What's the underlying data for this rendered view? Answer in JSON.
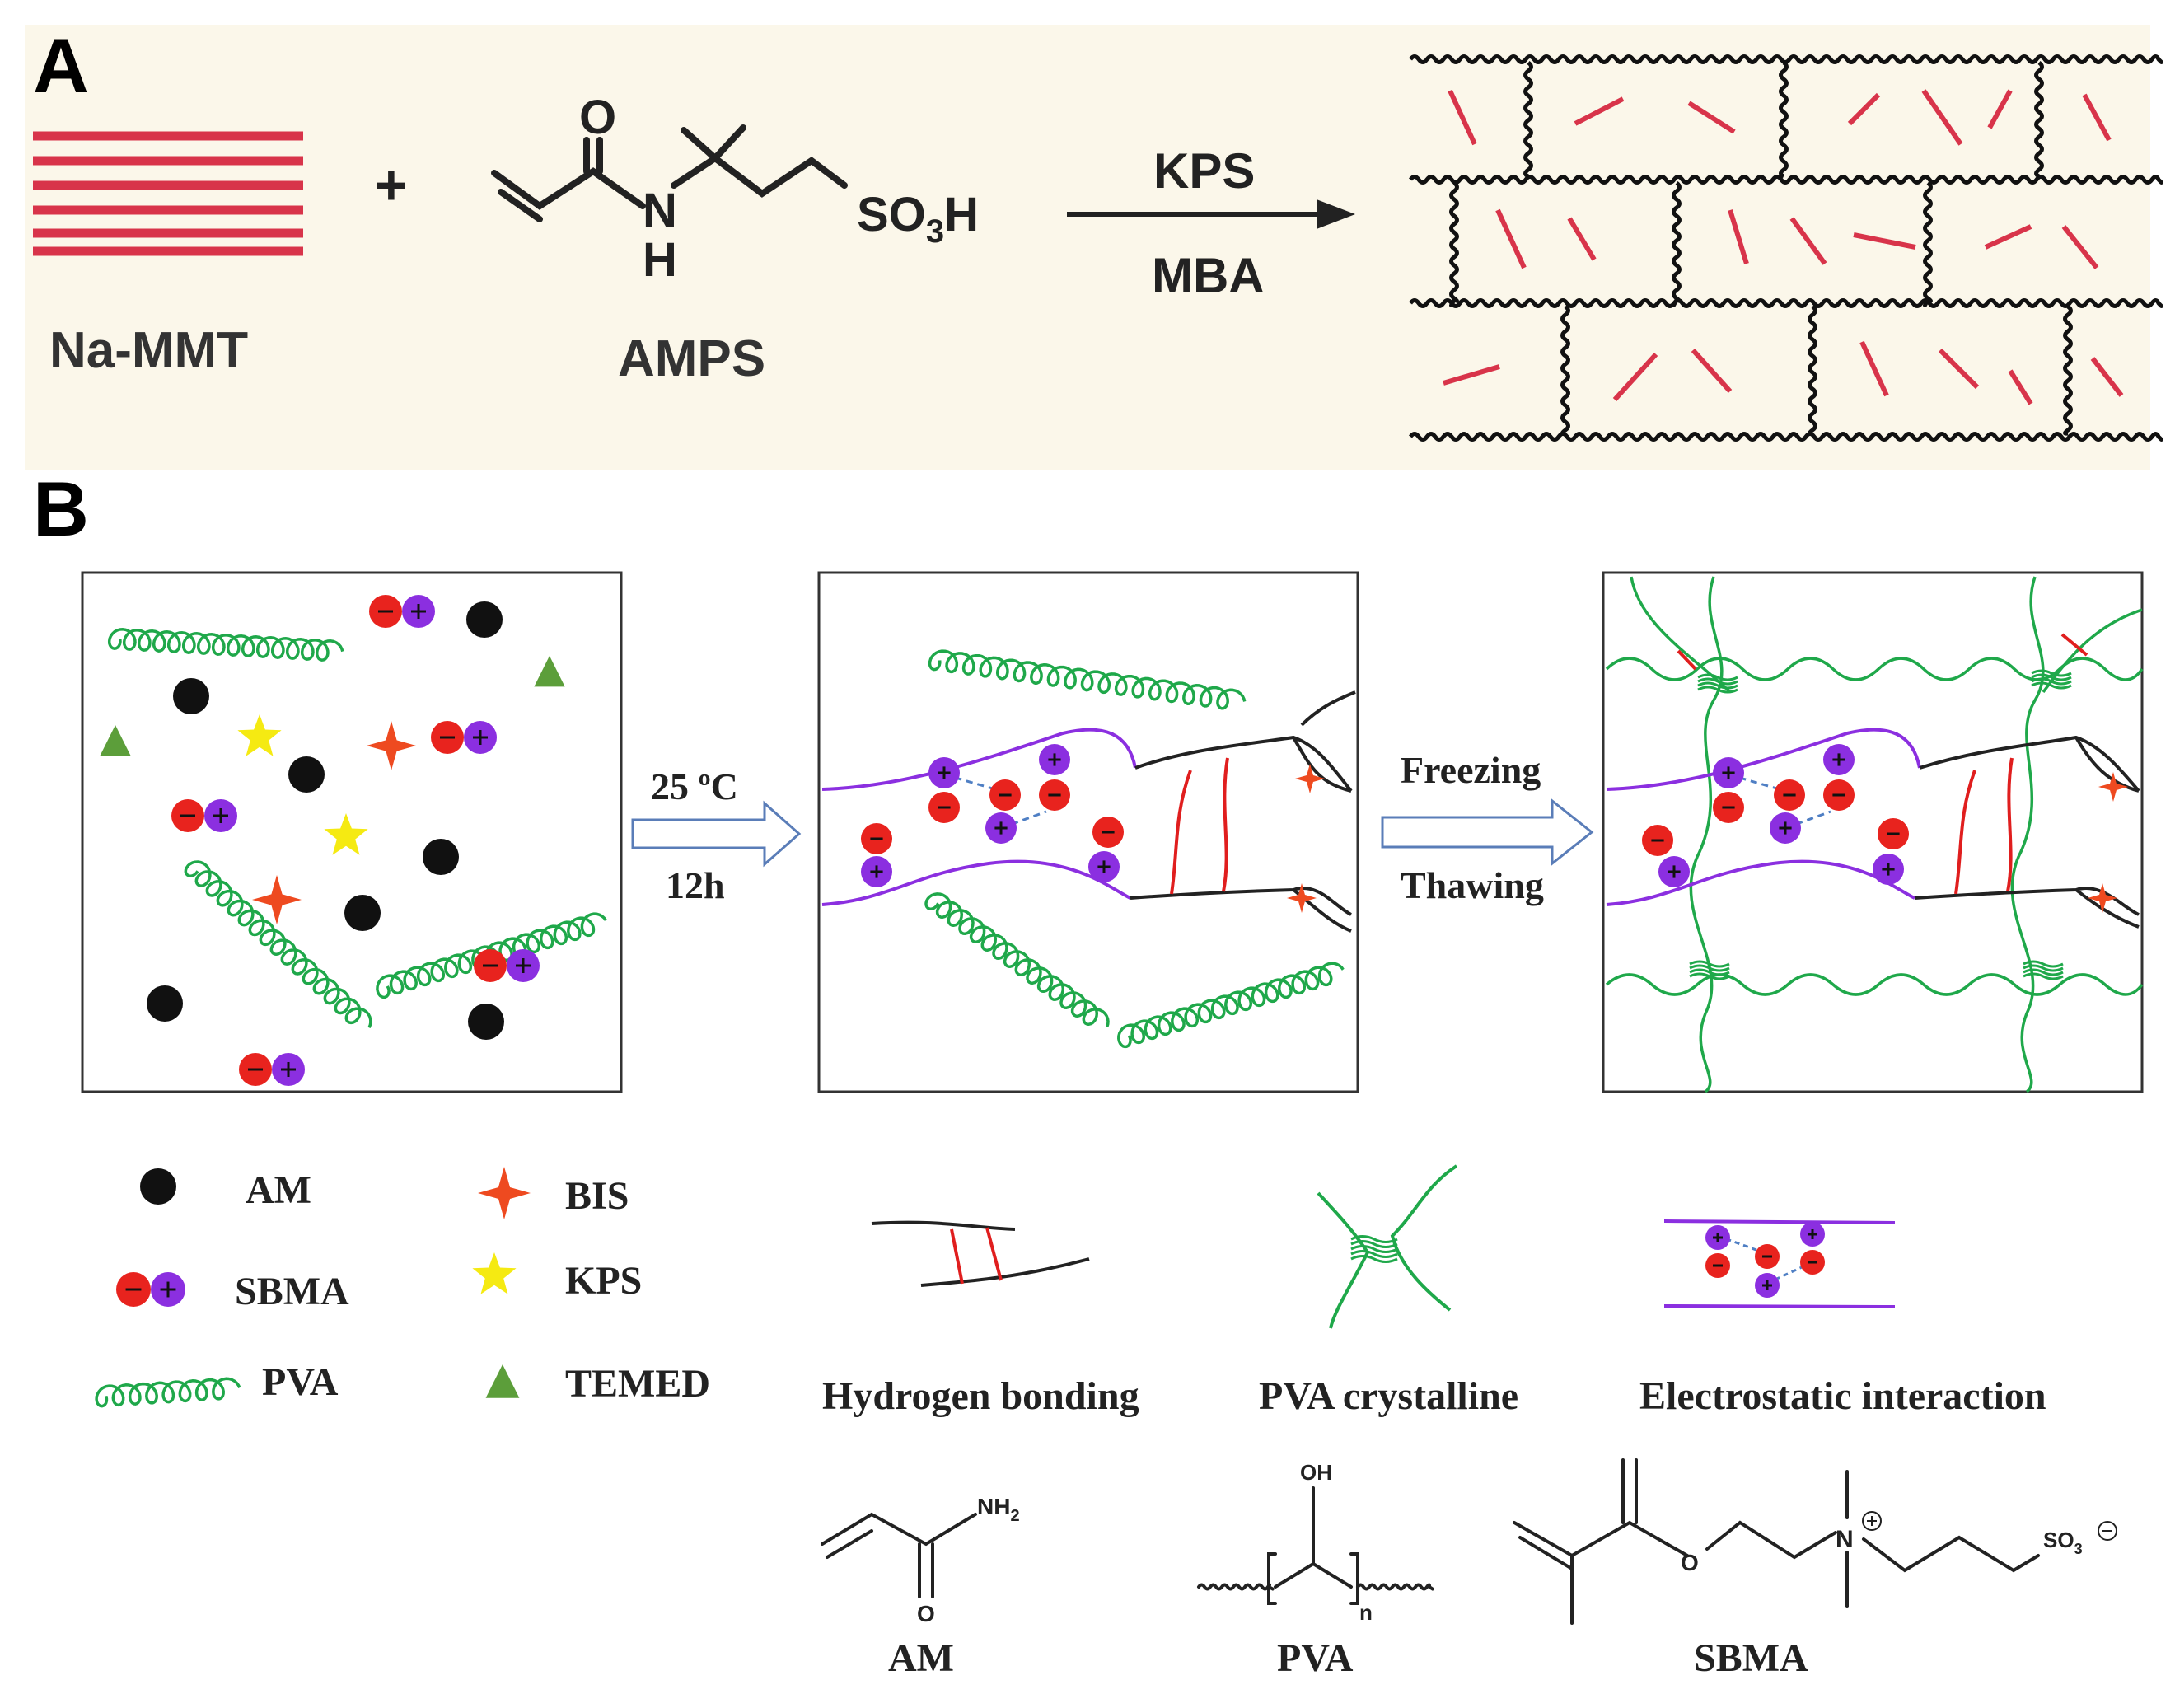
{
  "panel_a": {
    "letter": "A",
    "clay_label": "Na-MMT",
    "plus": "+",
    "monomer_label": "AMPS",
    "oxygen": "O",
    "nitrogen": "N",
    "hydrogen": "H",
    "sulfonic": "SO",
    "sulfonic_sub": "3",
    "sulfonic_h": "H",
    "arrow_top": "KPS",
    "arrow_bottom": "MBA"
  },
  "panel_b": {
    "letter": "B",
    "step1_top": "25 ºC",
    "step1_bottom": "12h",
    "step2_top": "Freezing",
    "step2_bottom": "Thawing"
  },
  "legend": {
    "am": "AM",
    "sbma": "SBMA",
    "pva": "PVA",
    "bis": "BIS",
    "kps": "KPS",
    "temed": "TEMED"
  },
  "interactions": {
    "hbond": "Hydrogen bonding",
    "crystal": "PVA crystalline",
    "electro": "Electrostatic interaction"
  },
  "structures": {
    "am_label": "AM",
    "am_nh2": "NH",
    "am_nh2_sub": "2",
    "am_o": "O",
    "pva_label": "PVA",
    "pva_oh": "OH",
    "pva_n": "n",
    "sbma_label": "SBMA",
    "sbma_o": "O",
    "sbma_n": "N",
    "sbma_so3": "SO",
    "sbma_so3_sub": "3"
  },
  "colors": {
    "bg_a": "#fbf7ea",
    "clay_red": "#d8344a",
    "anion": "#e8231e",
    "cation": "#8b2fe0",
    "pva_green": "#1fa84a",
    "bis_red": "#ee4a20",
    "kps_yellow": "#f5ea12",
    "temed_green": "#5c9e3a",
    "am_black": "#111111",
    "hbond_red": "#e01e1e",
    "dash_blue": "#4f7fc4"
  }
}
